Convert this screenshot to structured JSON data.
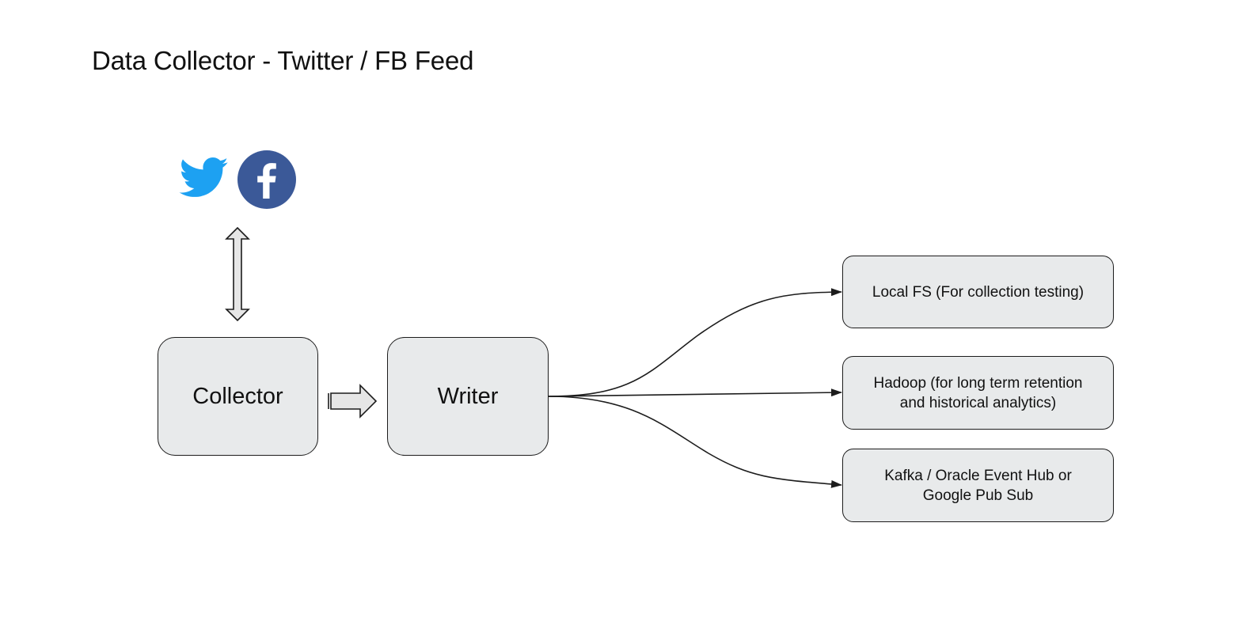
{
  "diagram": {
    "title": "Data Collector - Twitter / FB Feed",
    "icons": {
      "twitter": "twitter-bird-icon",
      "facebook": "facebook-icon"
    },
    "nodes": {
      "collector": "Collector",
      "writer": "Writer",
      "local_fs": "Local FS (For collection testing)",
      "hadoop": "Hadoop (for long term retention\nand historical analytics)",
      "kafka": "Kafka / Oracle Event Hub or\nGoogle Pub Sub"
    },
    "colors": {
      "node_fill": "#e8eaeb",
      "stroke": "#1c1c1c",
      "twitter_blue": "#1da1f2",
      "facebook_blue": "#3b5998"
    }
  }
}
